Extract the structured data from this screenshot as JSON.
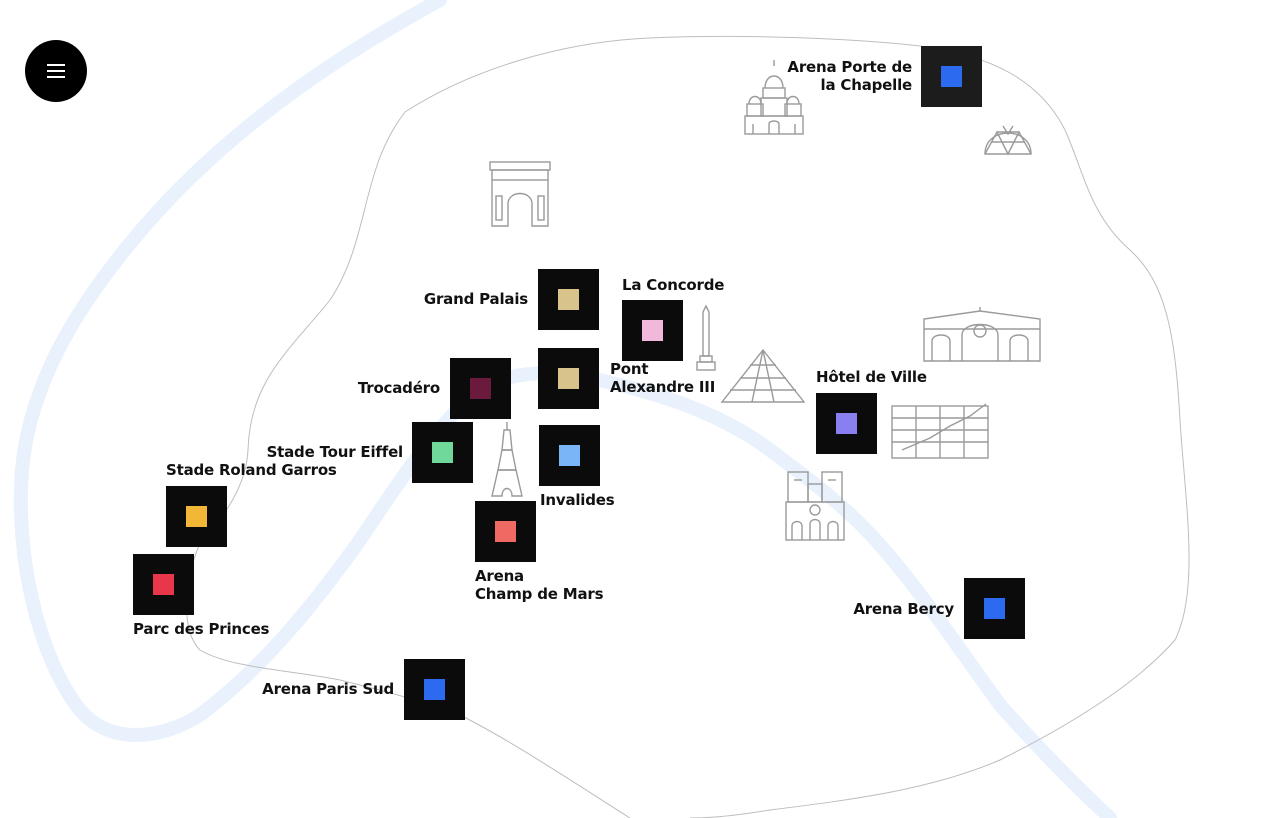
{
  "menu": {
    "icon": "hamburger-icon"
  },
  "colors": {
    "river": "#e8f1fc",
    "boundary": "#bdbdbd",
    "tile": "#0b0b0b",
    "landmark_stroke": "#9a9a9a"
  },
  "venues": [
    {
      "id": "grand-palais",
      "label": "Grand Palais",
      "color": "#d8c48a"
    },
    {
      "id": "la-concorde",
      "label": "La Concorde",
      "color": "#f1b8dc"
    },
    {
      "id": "pont-alexandre-iii",
      "label": "Pont\nAlexandre III",
      "color": "#d8c48a"
    },
    {
      "id": "trocadero",
      "label": "Trocadéro",
      "color": "#6b1a3e"
    },
    {
      "id": "stade-tour-eiffel",
      "label": "Stade Tour Eiffel",
      "color": "#6fd89a"
    },
    {
      "id": "invalides",
      "label": "Invalides",
      "color": "#7ab6f7"
    },
    {
      "id": "arena-champ-de-mars",
      "label": "Arena\nChamp de Mars",
      "color": "#ef6a62"
    },
    {
      "id": "stade-roland-garros",
      "label": "Stade Roland Garros",
      "color": "#f2b737"
    },
    {
      "id": "parc-des-princes",
      "label": "Parc des Princes",
      "color": "#e8364a"
    },
    {
      "id": "arena-paris-sud",
      "label": "Arena Paris Sud",
      "color": "#2c6bef"
    },
    {
      "id": "arena-porte-de-la-chapelle",
      "label": "Arena Porte de\nla Chapelle",
      "color": "#2c6bef"
    },
    {
      "id": "hotel-de-ville",
      "label": "Hôtel de Ville",
      "color": "#8a7ff0"
    },
    {
      "id": "arena-bercy",
      "label": "Arena Bercy",
      "color": "#2c6bef"
    }
  ],
  "landmarks": [
    "sacre-coeur-icon",
    "geode-icon",
    "arc-de-triomphe-icon",
    "obelisk-icon",
    "louvre-pyramid-icon",
    "gare-icon",
    "pompidou-icon",
    "notre-dame-icon",
    "eiffel-tower-icon"
  ]
}
